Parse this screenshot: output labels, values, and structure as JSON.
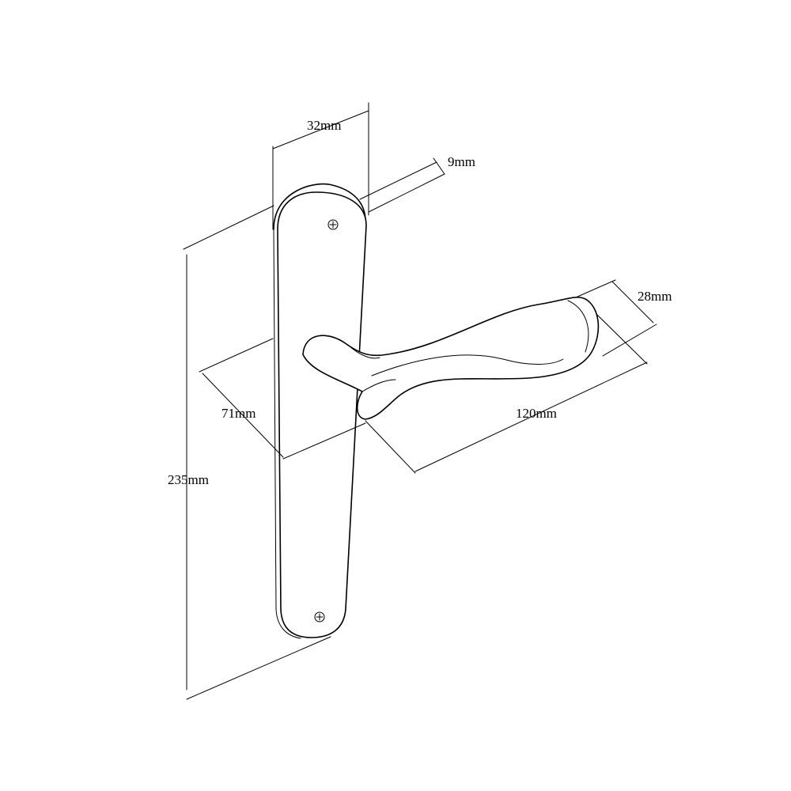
{
  "dimensions": {
    "width": "32mm",
    "depth": "9mm",
    "height": "235mm",
    "projection": "71mm",
    "lever_length": "120mm",
    "lever_width": "28mm"
  },
  "colors": {
    "line": "#000000",
    "background": "#ffffff"
  }
}
